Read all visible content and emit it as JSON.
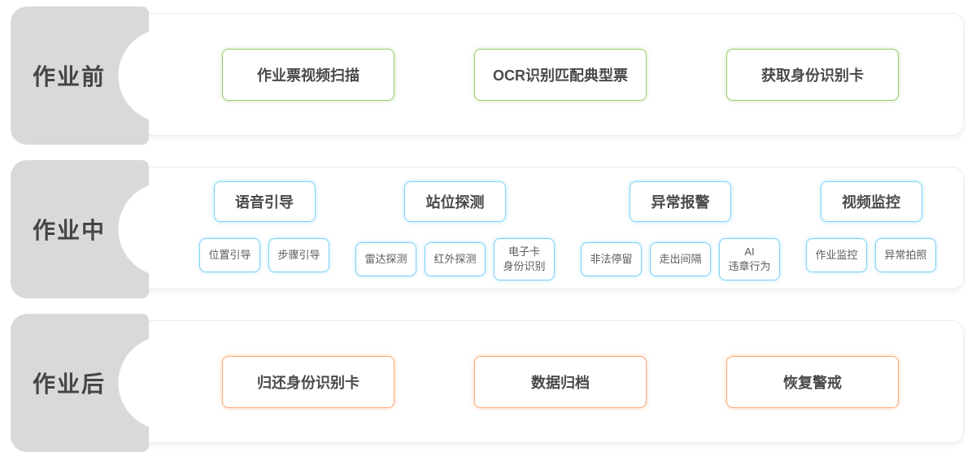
{
  "colors": {
    "green": "#97cb6a",
    "green_glow": "rgba(151,203,106,0.45)",
    "blue": "#7ed2f5",
    "blue_glow": "rgba(126,210,245,0.55)",
    "orange": "#fda871",
    "orange_glow": "rgba(253,168,113,0.5)",
    "tab_bg": "#d9d9d9"
  },
  "sections": [
    {
      "label": "作业前",
      "boxes": [
        "作业票视频扫描",
        "OCR识别匹配典型票",
        "获取身份识别卡"
      ]
    },
    {
      "label": "作业中",
      "groups": [
        {
          "parent": "语音引导",
          "children": [
            "位置引导",
            "步骤引导"
          ]
        },
        {
          "parent": "站位探测",
          "children": [
            "雷达探测",
            "红外探测",
            "电子卡\n身份识别"
          ]
        },
        {
          "parent": "异常报警",
          "children": [
            "非法停留",
            "走出间隔",
            "AI\n违章行为"
          ]
        },
        {
          "parent": "视频监控",
          "children": [
            "作业监控",
            "异常拍照"
          ]
        }
      ]
    },
    {
      "label": "作业后",
      "boxes": [
        "归还身份识别卡",
        "数据归档",
        "恢复警戒"
      ]
    }
  ]
}
